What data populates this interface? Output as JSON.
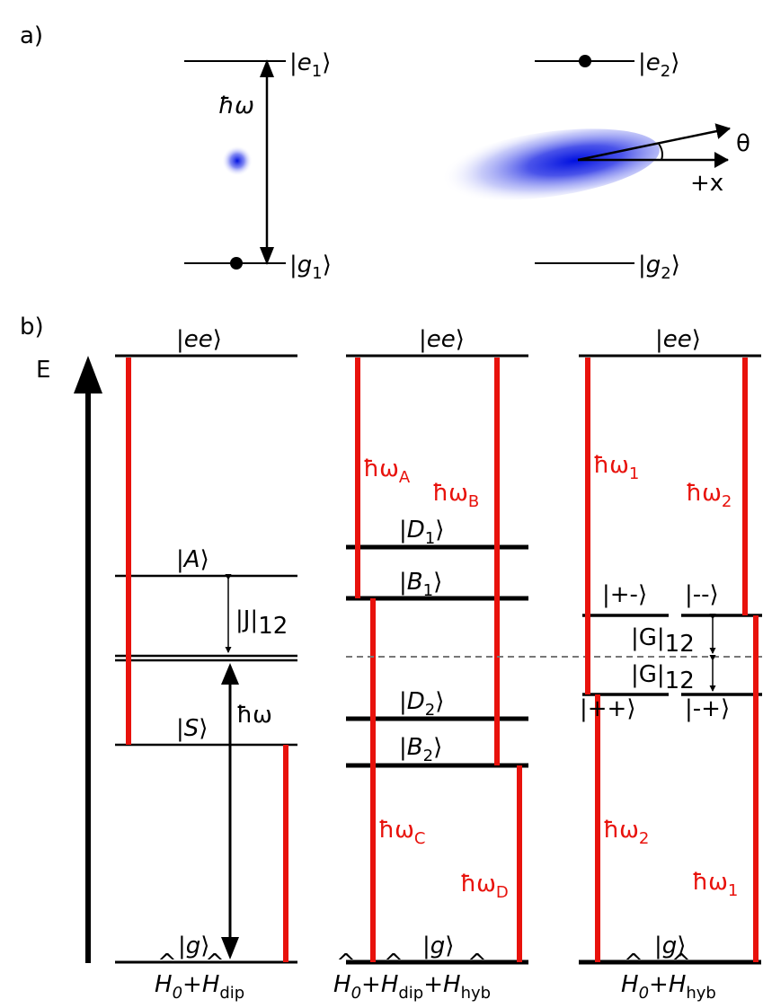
{
  "panel_a": {
    "label": "a)",
    "atom1": {
      "excited": "e",
      "excited_sub": "1",
      "ground": "g",
      "ground_sub": "1",
      "transition": "ħω"
    },
    "atom2": {
      "excited": "e",
      "excited_sub": "2",
      "ground": "g",
      "ground_sub": "2",
      "angle": "θ",
      "axis": "+x"
    }
  },
  "panel_b": {
    "label": "b)",
    "energy_axis": "E",
    "col1": {
      "top": "ee",
      "A": "A",
      "S": "S",
      "g": "g",
      "coupling": "|J|",
      "coupling_sub": "12",
      "transition": "ħω",
      "ham": {
        "h0": "H",
        "h0_sub": "0",
        "plus": "+",
        "h": "H",
        "h_sub": "dip"
      }
    },
    "col2": {
      "top": "ee",
      "D1": "D",
      "D1_sub": "1",
      "B1": "B",
      "B1_sub": "1",
      "D2": "D",
      "D2_sub": "2",
      "B2": "B",
      "B2_sub": "2",
      "g": "g",
      "wA": "ħω",
      "wA_sub": "A",
      "wB": "ħω",
      "wB_sub": "B",
      "wC": "ħω",
      "wC_sub": "C",
      "wD": "ħω",
      "wD_sub": "D",
      "ham": {
        "h0": "H",
        "h0_sub": "0",
        "plus1": "+",
        "h1": "H",
        "h1_sub": "dip",
        "plus2": "+",
        "h2": "H",
        "h2_sub": "hyb"
      }
    },
    "col3": {
      "top": "ee",
      "pm": "+-",
      "mm": "--",
      "pp": "++",
      "mp": "-+",
      "g": "g",
      "G_upper": "|G|",
      "G_upper_sub": "12",
      "G_lower": "|G|",
      "G_lower_sub": "12",
      "w1_top": "ħω",
      "w1_top_sub": "1",
      "w2_top": "ħω",
      "w2_top_sub": "2",
      "w2_bot": "ħω",
      "w2_bot_sub": "2",
      "w1_bot": "ħω",
      "w1_bot_sub": "1",
      "ham": {
        "h0": "H",
        "h0_sub": "0",
        "plus": "+",
        "h": "H",
        "h_sub": "hyb"
      }
    }
  }
}
